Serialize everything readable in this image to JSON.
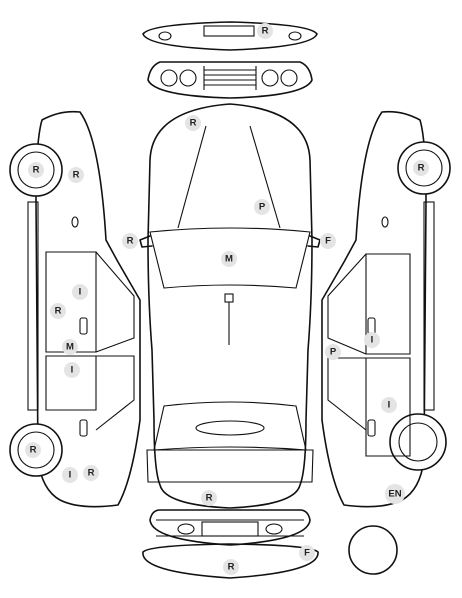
{
  "colors": {
    "outline": "#111111",
    "marker_fill": "#e4e4e4",
    "marker_text": "#222222"
  },
  "markers": [
    {
      "code": "R",
      "part": "rear-bumper-top"
    },
    {
      "code": "R",
      "part": "hood"
    },
    {
      "code": "R",
      "part": "left-front-wheel"
    },
    {
      "code": "R",
      "part": "left-front-fender"
    },
    {
      "code": "R",
      "part": "right-front-wheel"
    },
    {
      "code": "P",
      "part": "hood-right"
    },
    {
      "code": "R",
      "part": "left-mirror"
    },
    {
      "code": "F",
      "part": "right-mirror"
    },
    {
      "code": "M",
      "part": "windshield"
    },
    {
      "code": "I",
      "part": "left-front-door-upper"
    },
    {
      "code": "R",
      "part": "left-front-door"
    },
    {
      "code": "M",
      "part": "left-b-pillar"
    },
    {
      "code": "P",
      "part": "right-b-pillar"
    },
    {
      "code": "I",
      "part": "right-front-door"
    },
    {
      "code": "I",
      "part": "left-rear-door"
    },
    {
      "code": "I",
      "part": "right-rear-door"
    },
    {
      "code": "R",
      "part": "left-rear-wheel"
    },
    {
      "code": "I",
      "part": "left-rear-quarter"
    },
    {
      "code": "R",
      "part": "left-rear-quarter-end"
    },
    {
      "code": "R",
      "part": "trunk-lid"
    },
    {
      "code": "EN",
      "part": "right-rear-quarter"
    },
    {
      "code": "F",
      "part": "front-bumper-right"
    },
    {
      "code": "R",
      "part": "front-bumper"
    }
  ]
}
